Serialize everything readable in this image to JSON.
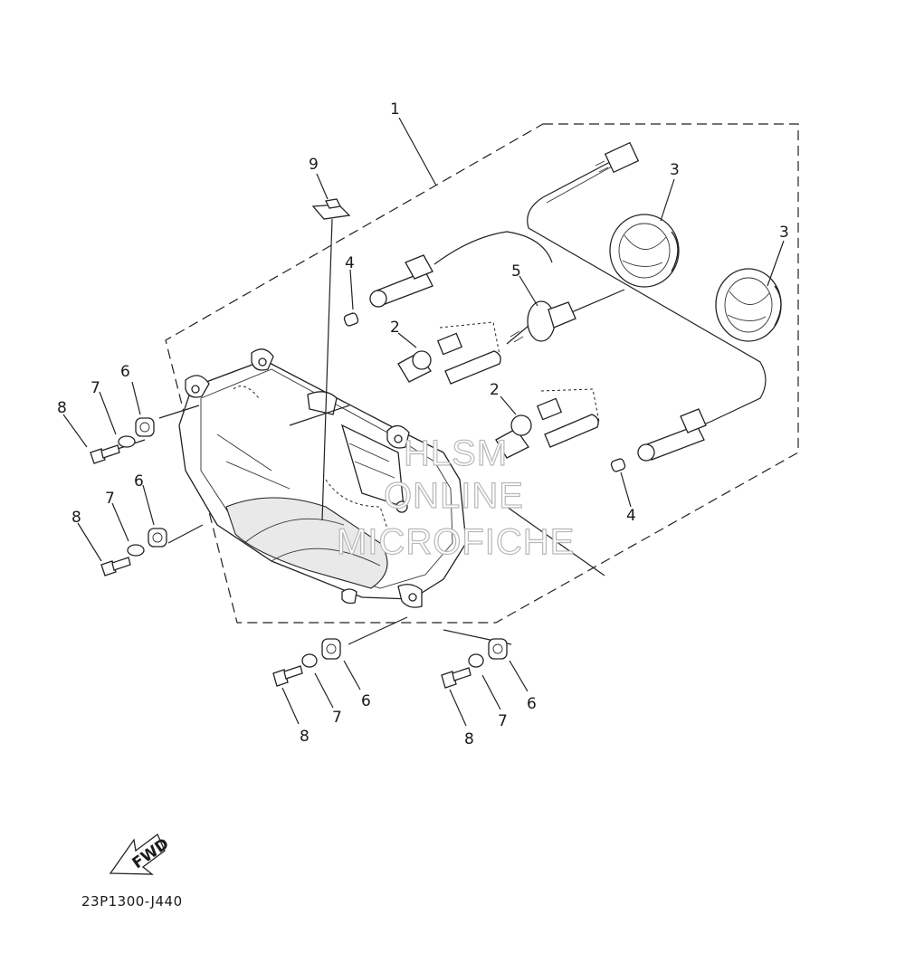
{
  "diagram": {
    "code": "23P1300-J440",
    "fwd_label": "FWD",
    "watermark": [
      "HLSM",
      "ONLINE",
      "MICROFICHE"
    ],
    "callouts": [
      {
        "id": "c1",
        "text": "1"
      },
      {
        "id": "c9",
        "text": "9"
      },
      {
        "id": "c3a",
        "text": "3"
      },
      {
        "id": "c3b",
        "text": "3"
      },
      {
        "id": "c4a",
        "text": "4"
      },
      {
        "id": "c5",
        "text": "5"
      },
      {
        "id": "c2a",
        "text": "2"
      },
      {
        "id": "c2b",
        "text": "2"
      },
      {
        "id": "c4b",
        "text": "4"
      },
      {
        "id": "c6a",
        "text": "6"
      },
      {
        "id": "c7a",
        "text": "7"
      },
      {
        "id": "c8a",
        "text": "8"
      },
      {
        "id": "c6b",
        "text": "6"
      },
      {
        "id": "c7b",
        "text": "7"
      },
      {
        "id": "c8b",
        "text": "8"
      },
      {
        "id": "c6c",
        "text": "6"
      },
      {
        "id": "c7c",
        "text": "7"
      },
      {
        "id": "c8c",
        "text": "8"
      },
      {
        "id": "c6d",
        "text": "6"
      },
      {
        "id": "c7d",
        "text": "7"
      },
      {
        "id": "c8d",
        "text": "8"
      }
    ]
  }
}
